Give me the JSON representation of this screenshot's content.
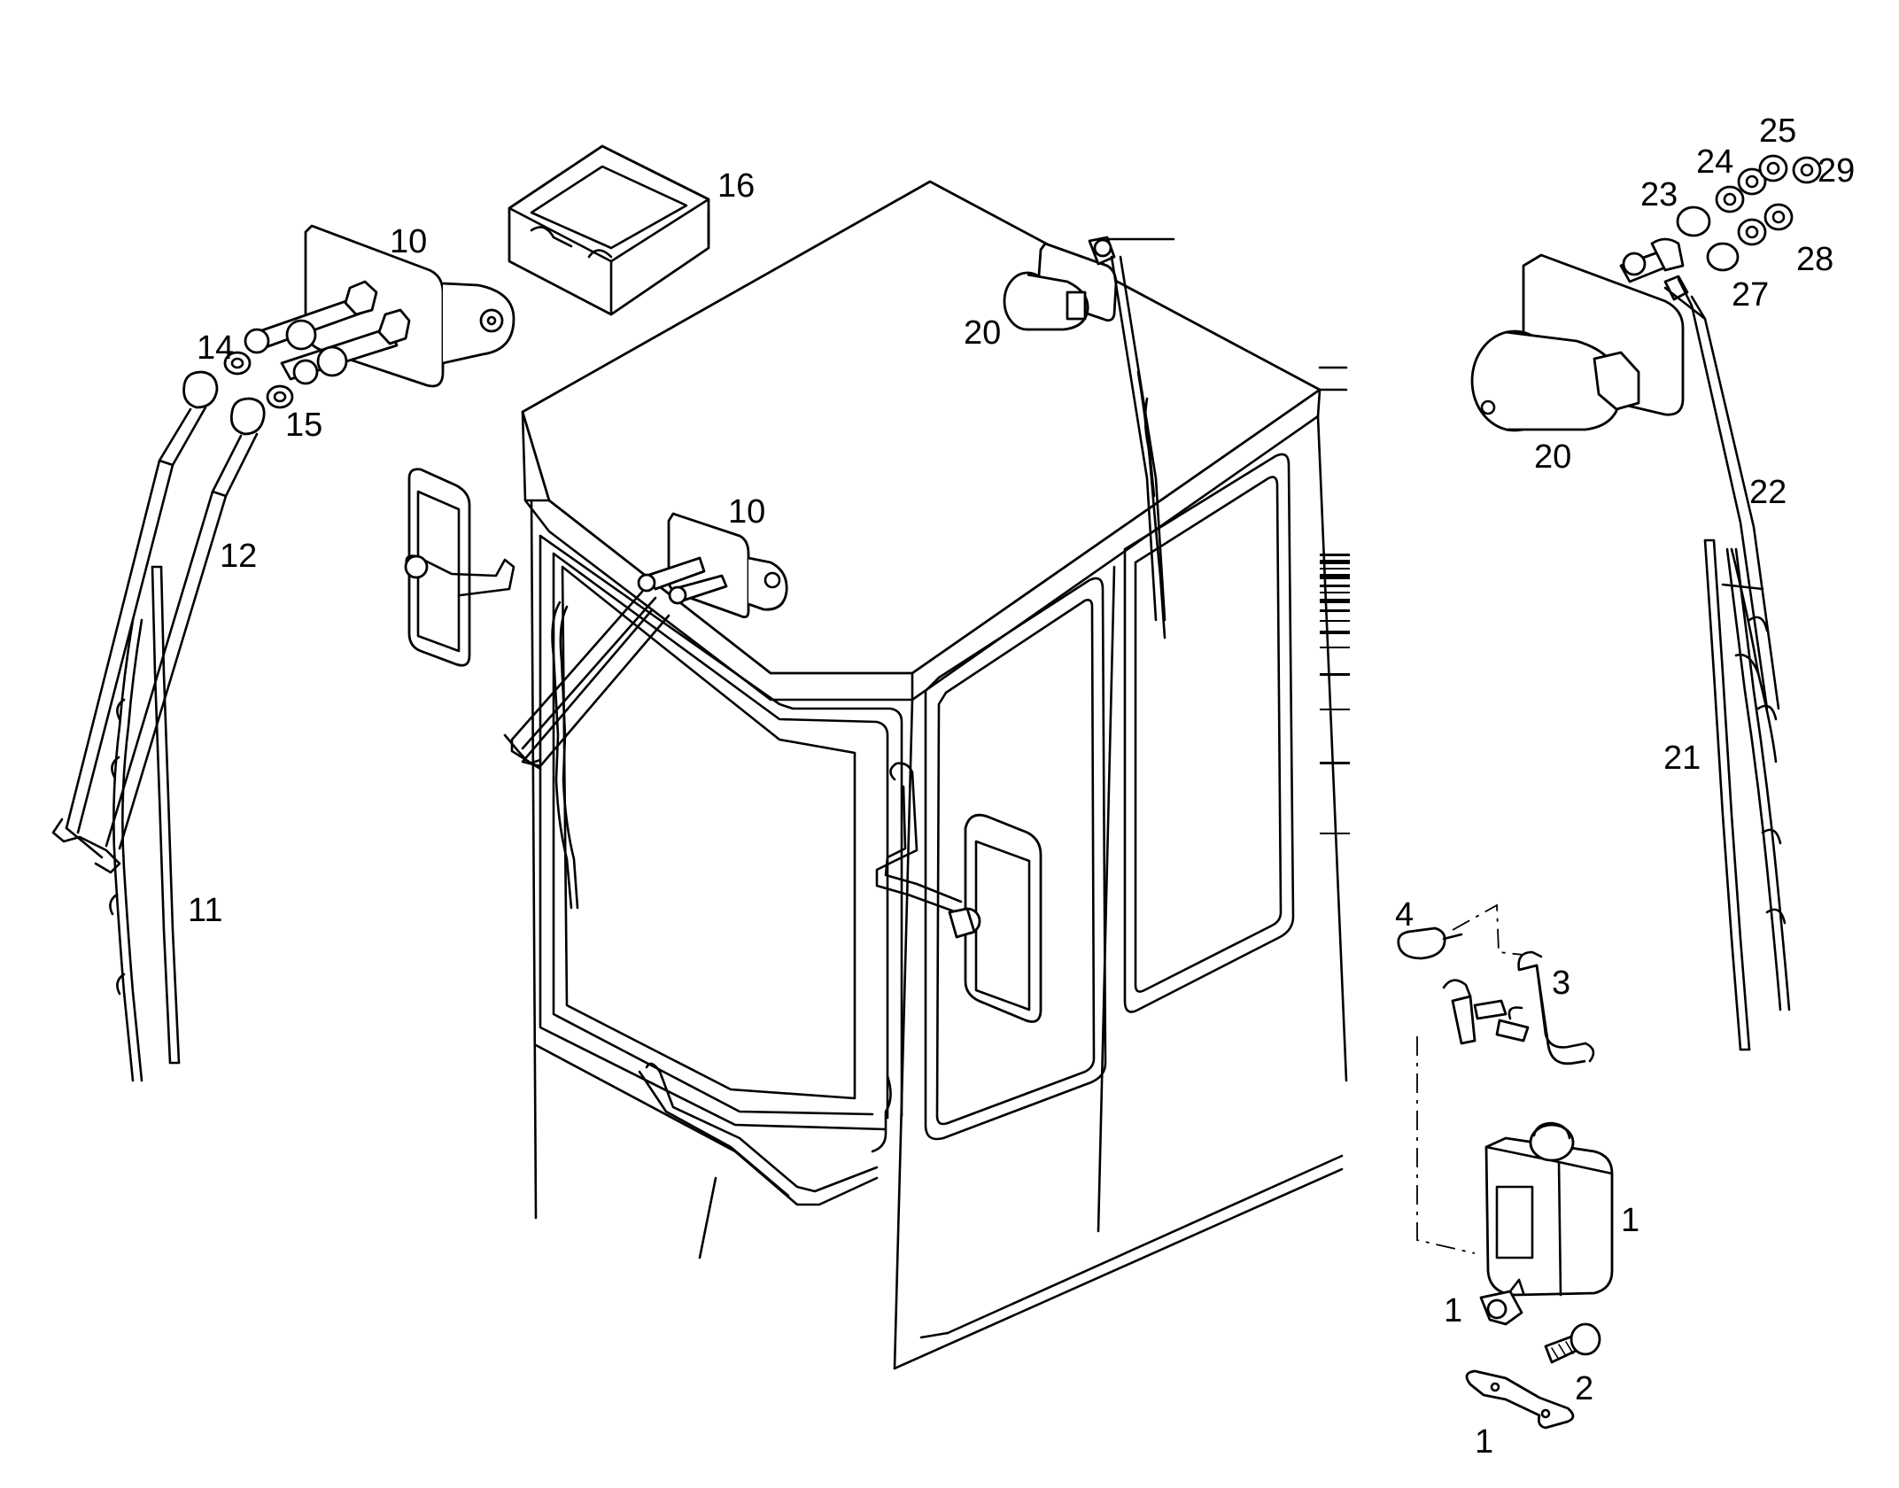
{
  "diagram": {
    "callouts": [
      {
        "id": "c16",
        "text": "16"
      },
      {
        "id": "c10a",
        "text": "10"
      },
      {
        "id": "c14",
        "text": "14"
      },
      {
        "id": "c15",
        "text": "15"
      },
      {
        "id": "c12",
        "text": "12"
      },
      {
        "id": "c11",
        "text": "11"
      },
      {
        "id": "c10b",
        "text": "10"
      },
      {
        "id": "c20a",
        "text": "20"
      },
      {
        "id": "c25",
        "text": "25"
      },
      {
        "id": "c24",
        "text": "24"
      },
      {
        "id": "c29",
        "text": "29"
      },
      {
        "id": "c23",
        "text": "23"
      },
      {
        "id": "c28",
        "text": "28"
      },
      {
        "id": "c27",
        "text": "27"
      },
      {
        "id": "c20b",
        "text": "20"
      },
      {
        "id": "c22",
        "text": "22"
      },
      {
        "id": "c21",
        "text": "21"
      },
      {
        "id": "c4",
        "text": "4"
      },
      {
        "id": "c3",
        "text": "3"
      },
      {
        "id": "c1a",
        "text": "1"
      },
      {
        "id": "c1b",
        "text": "1"
      },
      {
        "id": "c2",
        "text": "2"
      },
      {
        "id": "c1c",
        "text": "1"
      }
    ]
  }
}
